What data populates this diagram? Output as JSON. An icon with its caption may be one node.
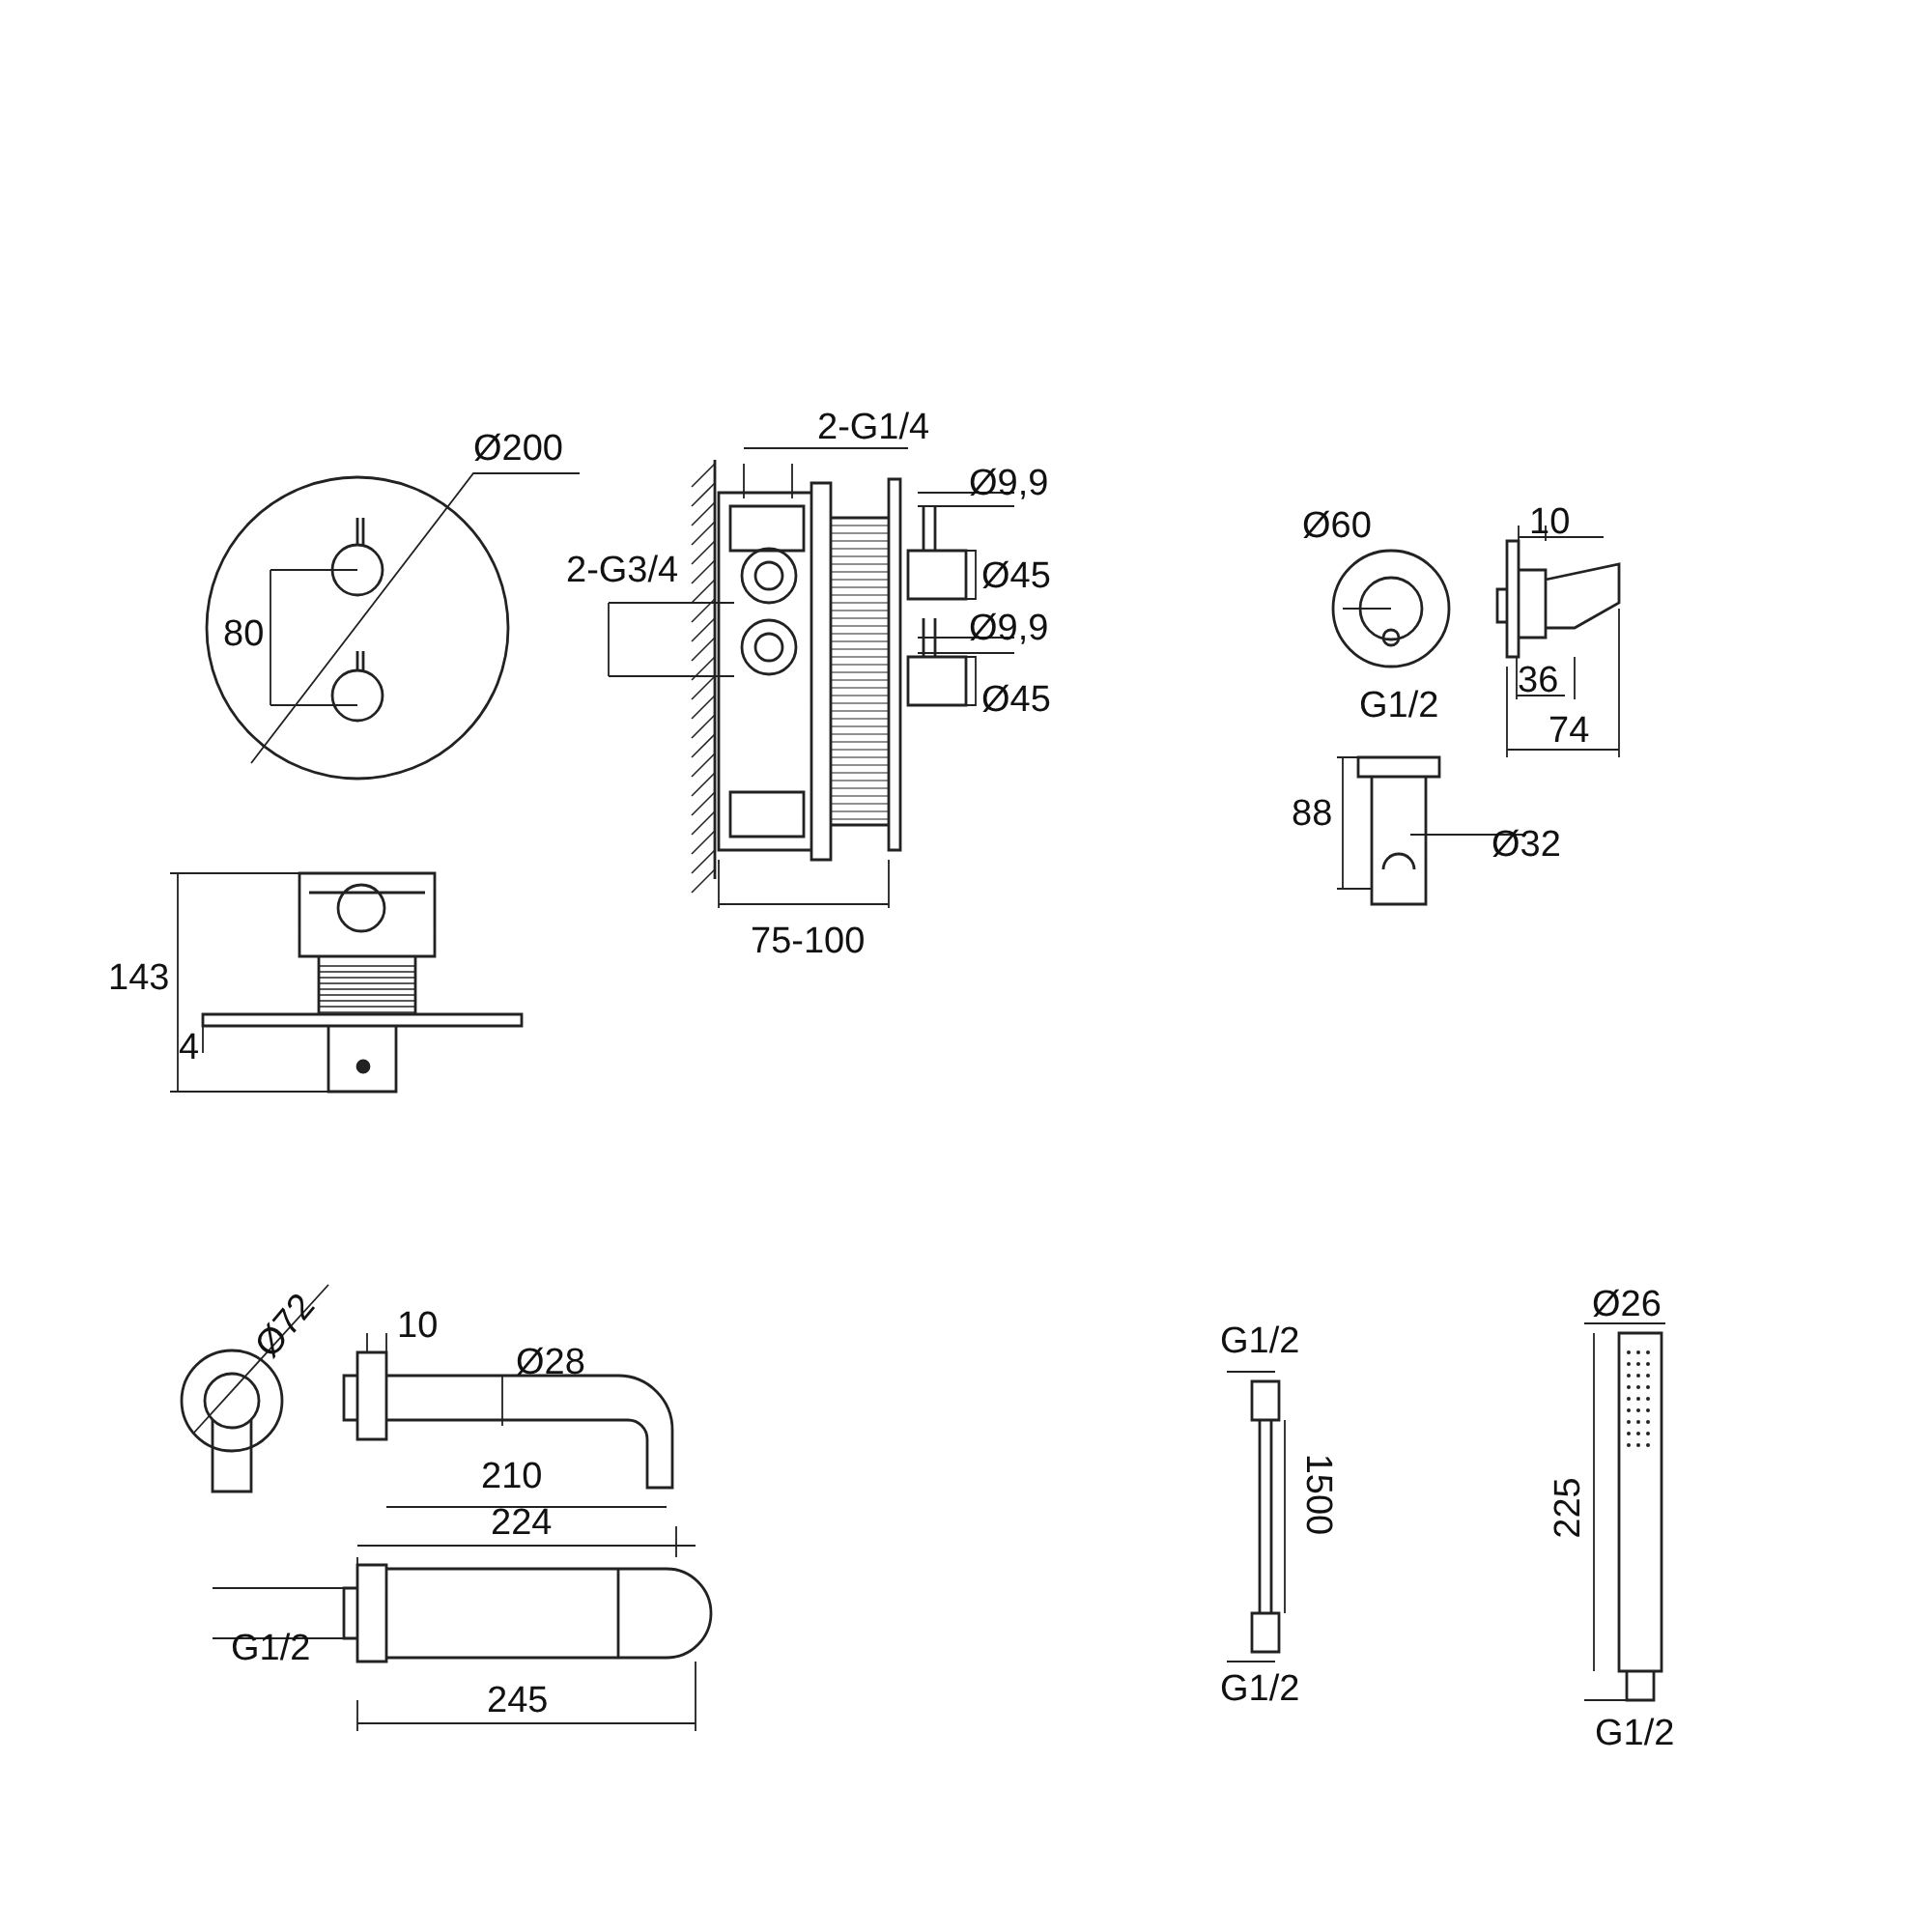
{
  "diagram": {
    "labels": [
      "Ø200",
      "2-G1/4",
      "Ø9,9",
      "2-G3/4",
      "80",
      "Ø45",
      "Ø9,9",
      "Ø45",
      "75-100",
      "143",
      "4",
      "Ø60",
      "10",
      "36",
      "74",
      "G1/2",
      "88",
      "Ø32",
      "Ø72",
      "10",
      "Ø28",
      "210",
      "224",
      "G1/2",
      "245",
      "G1/2",
      "1500",
      "G1/2",
      "Ø26",
      "225",
      "G1/2"
    ]
  }
}
